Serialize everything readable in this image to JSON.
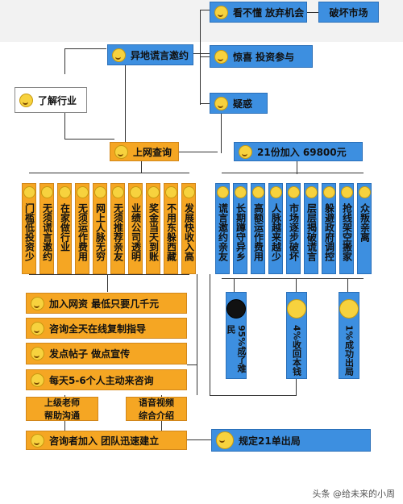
{
  "top_left": {
    "label": "了解行业"
  },
  "invite": {
    "label": "异地谎言邀约"
  },
  "reactions": [
    {
      "label": "看不懂  放弃机会"
    },
    {
      "label": "惊喜  投资参与"
    },
    {
      "label": "疑惑"
    }
  ],
  "destroy_market": {
    "label": "破坏市场"
  },
  "online_check": {
    "label": "上网查询"
  },
  "join_fee": {
    "label": "21份加入  69800元"
  },
  "claims": [
    {
      "label": "门槛低投资少"
    },
    {
      "label": "无须谎言邀约"
    },
    {
      "label": "在家做行业"
    },
    {
      "label": "无须运作费用"
    },
    {
      "label": "网上人脉无穷"
    },
    {
      "label": "无须推荐亲友"
    },
    {
      "label": "业绩公司透明"
    },
    {
      "label": "奖金当天到账"
    },
    {
      "label": "不用东躲西藏"
    },
    {
      "label": "发展快收入高"
    }
  ],
  "effects": [
    {
      "label": "谎言邀约亲友"
    },
    {
      "label": "长期蹲守异乡"
    },
    {
      "label": "高额运作费用"
    },
    {
      "label": "人脉越来越少"
    },
    {
      "label": "市场逐步破坏"
    },
    {
      "label": "层层揭破谎言"
    },
    {
      "label": "躲避政府调控"
    },
    {
      "label": "抢线架空搬家"
    },
    {
      "label": "众叛亲离"
    }
  ],
  "outcomes": [
    {
      "label": "95%成了难民",
      "face": "sad-black"
    },
    {
      "label": "4%收回本钱",
      "face": "sad"
    },
    {
      "label": "1%成功出局",
      "face": "happy"
    }
  ],
  "steps": [
    {
      "label": "加入网资   最低只要几千元"
    },
    {
      "label": "咨询全天在线复制指导"
    },
    {
      "label": "发点帖子   做点宣传"
    },
    {
      "label": "每天5-6个人主动来咨询"
    }
  ],
  "support": [
    {
      "line1": "上级老师",
      "line2": "帮助沟通"
    },
    {
      "line1": "语音视频",
      "line2": "综合介绍"
    }
  ],
  "team": {
    "label": "咨询者加入   团队迅速建立"
  },
  "exit_rule": {
    "label": "规定21单出局"
  },
  "watermark": {
    "label": "头条 @给未来的小周"
  },
  "colors": {
    "blue": "#3d8fe0",
    "orange": "#f5a623",
    "face": "#f7d23e"
  }
}
